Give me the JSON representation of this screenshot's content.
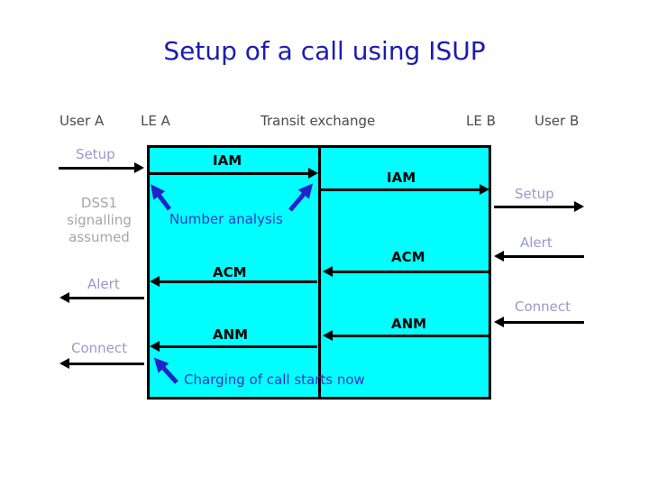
{
  "slide": {
    "title": "Setup of a call using ISUP"
  },
  "columns": {
    "user_a": "User A",
    "le_a": "LE A",
    "transit": "Transit exchange",
    "le_b": "LE B",
    "user_b": "User B"
  },
  "messages": {
    "setup_left": "Setup",
    "iam_1": "IAM",
    "iam_2": "IAM",
    "setup_right": "Setup",
    "alert_right": "Alert",
    "acm_right": "ACM",
    "acm_left": "ACM",
    "alert_left": "Alert",
    "connect_right": "Connect",
    "anm_right": "ANM",
    "anm_left": "ANM",
    "connect_left": "Connect"
  },
  "annotations": {
    "dss1_line1": "DSS1",
    "dss1_line2": "signalling",
    "dss1_line3": "assumed",
    "number_analysis": "Number analysis",
    "charging": "Charging of call starts now"
  },
  "colors": {
    "box_fill": "#00ffff",
    "title_blue": "#1c1cb0",
    "user_label_lavender": "#9999cc",
    "annotation_blue": "#3333cc",
    "pointer_arrow_blue": "#2222cc",
    "note_gray": "#a6a6a6",
    "header_text": "#4a4a4a",
    "message_arrow": "#000000"
  }
}
